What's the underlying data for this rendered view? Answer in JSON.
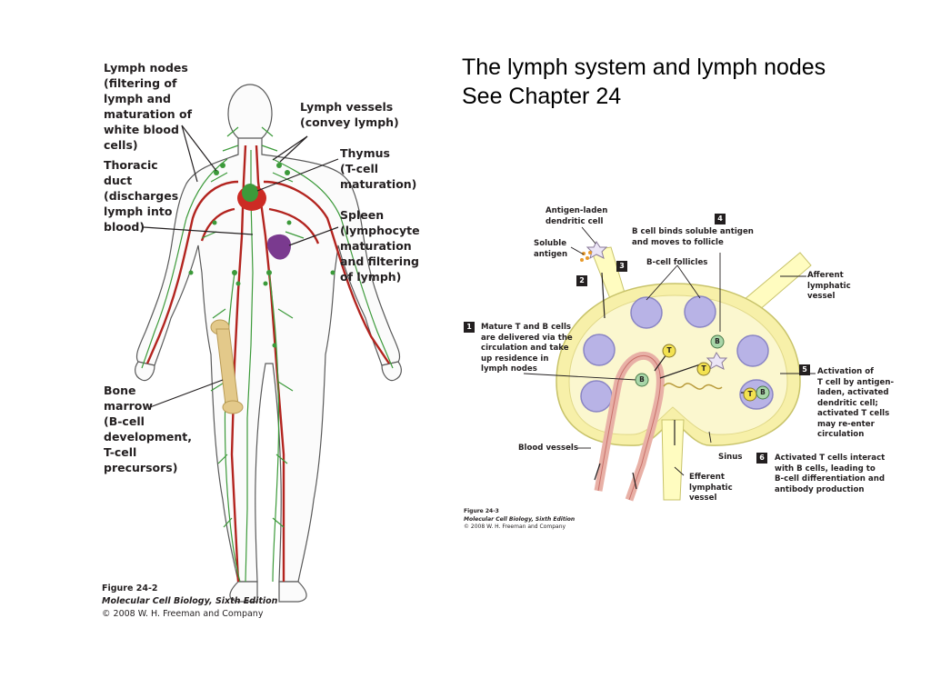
{
  "title": {
    "line1": "The lymph system and lymph nodes",
    "line2": "See Chapter 24"
  },
  "body_figure": {
    "labels": {
      "lymph_nodes": "Lymph nodes\n(filtering of\nlymph and\nmaturation of\nwhite blood\ncells)",
      "thoracic_duct": "Thoracic\nduct\n(discharges\nlymph into\nblood)",
      "bone_marrow": "Bone\nmarrow\n(B-cell\ndevelopment,\nT-cell\nprecursors)",
      "lymph_vessels": "Lymph vessels\n(convey lymph)",
      "thymus": "Thymus\n(T-cell\nmaturation)",
      "spleen": "Spleen\n(lymphocyte\nmaturation\nand filtering\nof lymph)"
    },
    "caption": {
      "figure": "Figure 24-2",
      "book": "Molecular Cell Biology, Sixth Edition",
      "copyright": "© 2008 W. H. Freeman and Company"
    }
  },
  "node_figure": {
    "labels": {
      "antigen_dc": "Antigen-laden\ndendritic cell",
      "soluble_antigen": "Soluble\nantigen",
      "b_binds": "B cell binds soluble antigen\nand moves to follicle",
      "b_follicles": "B-cell follicles",
      "afferent": "Afferent\nlymphatic\nvessel",
      "mature_tb": "Mature T and B cells\nare delivered via the\ncirculation and take\nup residence in\nlymph nodes",
      "activation": "Activation of\nT cell by antigen-\nladen, activated\ndendritic cell;\nactivated T cells\nmay re-enter\ncirculation",
      "blood_vessels": "Blood vessels",
      "sinus": "Sinus",
      "efferent": "Efferent\nlymphatic\nvessel",
      "activated_t": "Activated T cells interact\nwith B cells, leading to\nB-cell differentiation and\nantibody production",
      "t_cell": "T",
      "b_cell": "B"
    },
    "steps": [
      "1",
      "2",
      "3",
      "4",
      "5",
      "6"
    ],
    "caption": {
      "figure": "Figure 24-3",
      "book": "Molecular Cell Biology, Sixth Edition",
      "copyright": "© 2008 W. H. Freeman and Company"
    }
  }
}
